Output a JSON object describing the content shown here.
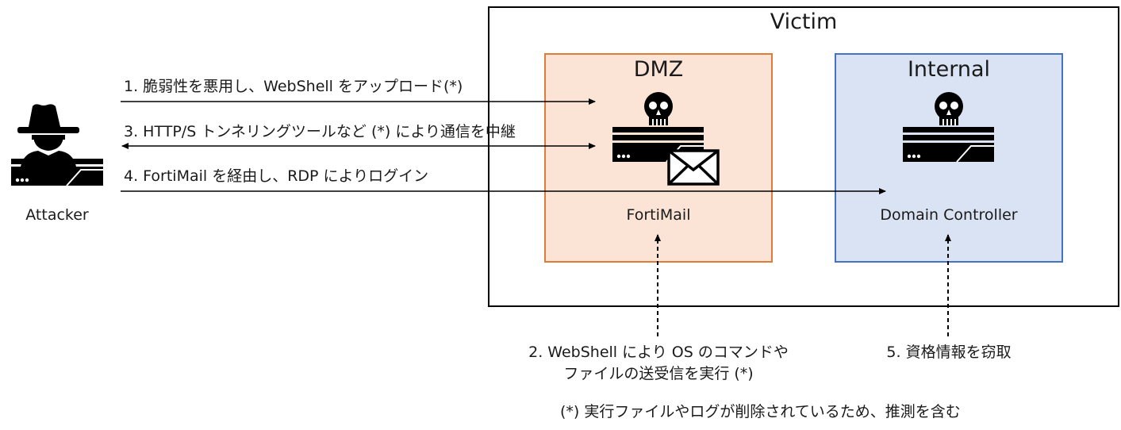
{
  "victim": {
    "title": "Victim"
  },
  "dmz": {
    "title": "DMZ",
    "server_label": "FortiMail"
  },
  "internal": {
    "title": "Internal",
    "server_label": "Domain Controller"
  },
  "attacker": {
    "label": "Attacker"
  },
  "steps": {
    "step1": "1. 脆弱性を悪用し、WebShell をアップロード(*)",
    "step3": "3. HTTP/S トンネリングツールなど (*) により通信を中継",
    "step4": "4. FortiMail を経由し、RDP によりログイン",
    "step2_line1": "2. WebShell により OS のコマンドや",
    "step2_line2": "ファイルの送受信を実行 (*)",
    "step5": "5. 資格情報を窃取"
  },
  "footnote": "(*) 実行ファイルやログが削除されているため、推測を含む",
  "icons": [
    "hacker-icon",
    "skull-icon",
    "server-icon",
    "envelope-icon"
  ],
  "colors": {
    "dmz_border": "#e07b39",
    "dmz_fill": "#fbe3d6",
    "internal_border": "#4472c4",
    "internal_fill": "#dae3f3"
  }
}
